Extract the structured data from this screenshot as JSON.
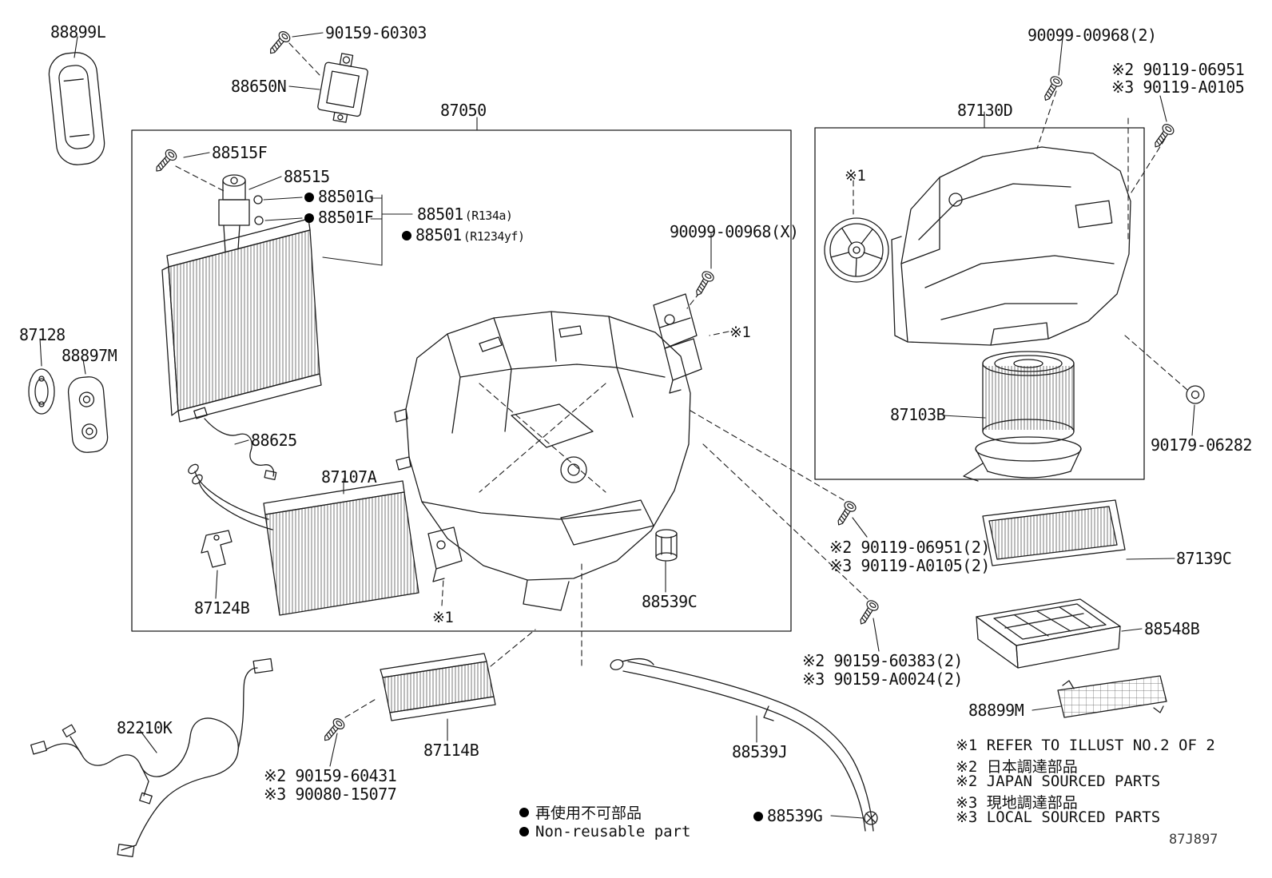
{
  "diagram": {
    "code": "87J897"
  },
  "labels": {
    "p88899L": "88899L",
    "p90159_60303": "90159-60303",
    "p88650N": "88650N",
    "p87050": "87050",
    "p88515F": "88515F",
    "p88515": "88515",
    "p88501G": "88501G",
    "p88501F": "88501F",
    "p88501a_num": "88501",
    "p88501a_var": "(R134a)",
    "p88501b_num": "88501",
    "p88501b_var": "(R1234yf)",
    "p87128": "87128",
    "p88897M": "88897M",
    "p88625": "88625",
    "p87107A": "87107A",
    "p87124B": "87124B",
    "ref1": "※1",
    "p88539C": "88539C",
    "p82210K": "82210K",
    "p87114B": "87114B",
    "n90159_60431": "※2 90159-60431",
    "n90080_15077": "※3 90080-15077",
    "p88539J": "88539J",
    "p88539G": "88539G",
    "p90099_00968X": "90099-00968(X)",
    "p90099_00968_2": "90099-00968(2)",
    "n90119_06951": "※2 90119-06951",
    "n90119_A0105": "※3 90119-A0105",
    "p87130D": "87130D",
    "p87103B": "87103B",
    "p90179_06282": "90179-06282",
    "n90119_06951_2": "※2 90119-06951(2)",
    "n90119_A0105_2": "※3 90119-A0105(2)",
    "n90159_60383_2": "※2 90159-60383(2)",
    "n90159_A0024_2": "※3 90159-A0024(2)",
    "p87139C": "87139C",
    "p88548B": "88548B",
    "p88899M": "88899M"
  },
  "legend": {
    "bullet": "●",
    "jp": "再使用不可部品",
    "en": "Non-reusable part"
  },
  "notes": {
    "n1": "※1 REFER TO ILLUST NO.2 OF 2",
    "n2jp": "※2 日本調達部品",
    "n2en": "※2 JAPAN SOURCED PARTS",
    "n3jp": "※3 現地調達部品",
    "n3en": "※3 LOCAL SOURCED PARTS"
  }
}
